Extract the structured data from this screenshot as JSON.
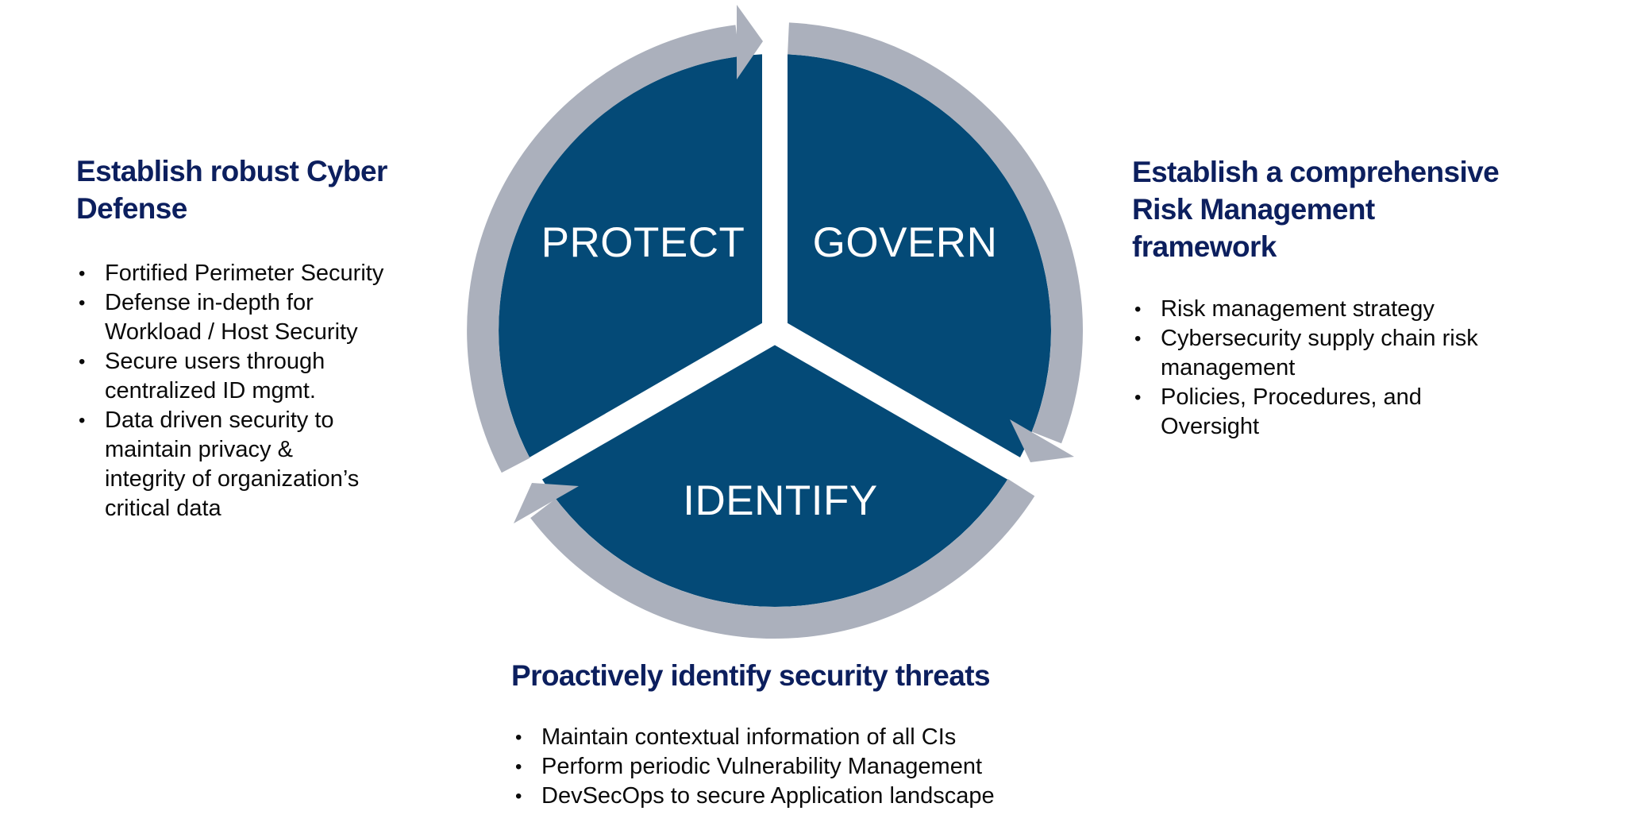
{
  "colors": {
    "segment_fill": "#044a77",
    "ring_arrow": "#abb0bc",
    "heading": "#0c1f5e",
    "body_text": "#0a0a0a",
    "background": "#ffffff"
  },
  "cycle": {
    "segments": [
      {
        "label": "PROTECT",
        "position": "upper-left"
      },
      {
        "label": "GOVERN",
        "position": "upper-right"
      },
      {
        "label": "IDENTIFY",
        "position": "bottom"
      }
    ],
    "direction": "clockwise"
  },
  "sections": {
    "protect": {
      "heading": [
        "Establish robust Cyber",
        "Defense"
      ],
      "bullets": [
        [
          "Fortified Perimeter Security"
        ],
        [
          "Defense in-depth for",
          "Workload / Host Security"
        ],
        [
          "Secure users through",
          "centralized ID mgmt."
        ],
        [
          "Data driven security to",
          "maintain privacy &",
          "integrity of organization’s",
          "critical data"
        ]
      ]
    },
    "govern": {
      "heading": [
        "Establish a comprehensive",
        "Risk Management",
        "framework"
      ],
      "bullets": [
        [
          "Risk management strategy"
        ],
        [
          "Cybersecurity supply chain risk",
          "management"
        ],
        [
          "Policies, Procedures, and",
          "Oversight"
        ]
      ]
    },
    "identify": {
      "heading": [
        "Proactively identify security threats"
      ],
      "bullets": [
        [
          "Maintain contextual information of all CIs"
        ],
        [
          "Perform periodic Vulnerability Management"
        ],
        [
          "DevSecOps to secure Application landscape"
        ]
      ]
    }
  }
}
